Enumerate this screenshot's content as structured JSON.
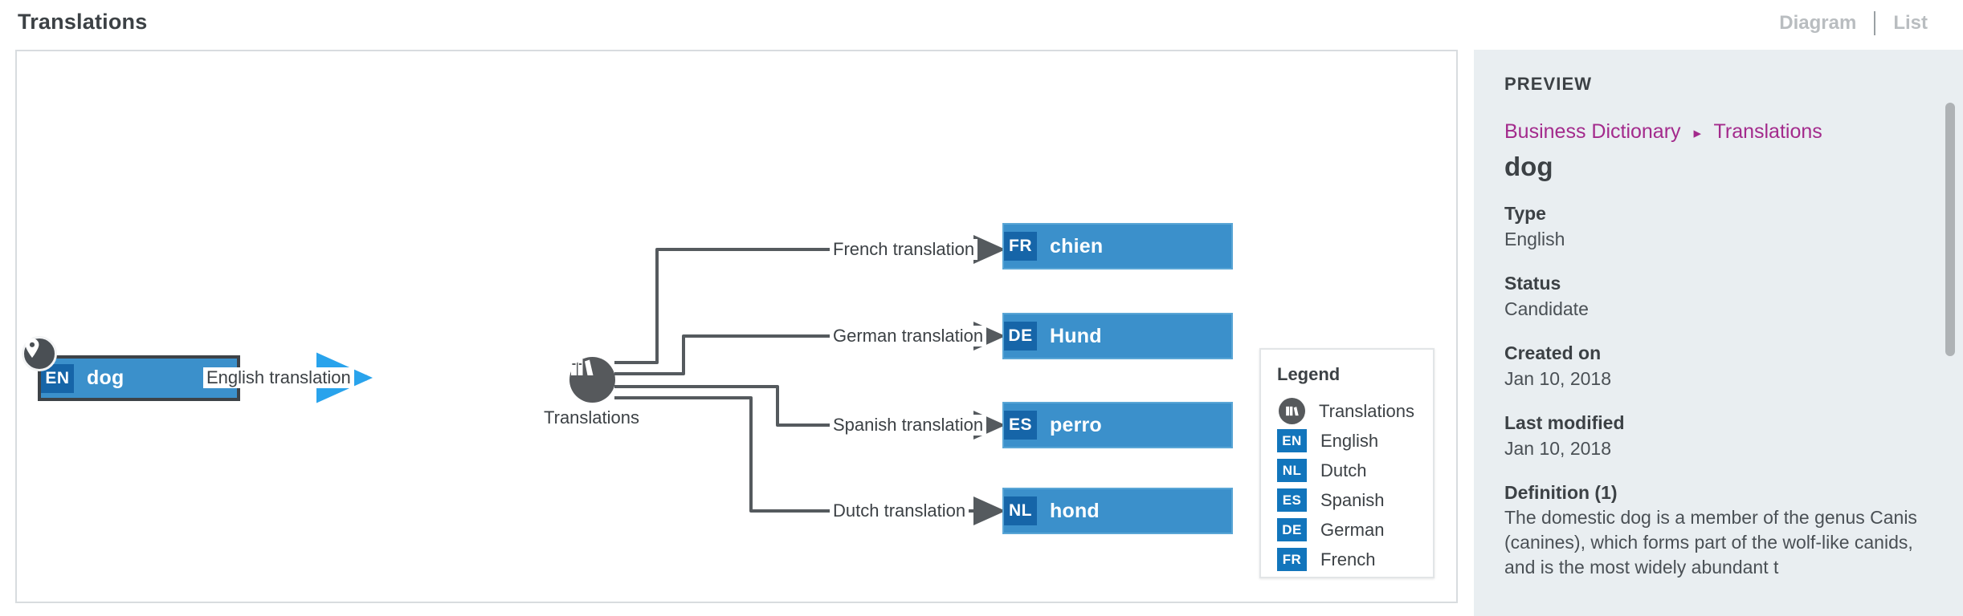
{
  "header": {
    "title": "Translations",
    "views": [
      {
        "label": "Diagram",
        "active": true
      },
      {
        "label": "List",
        "active": false
      }
    ]
  },
  "diagram": {
    "source_node": {
      "code": "EN",
      "term": "dog",
      "pin_icon": "map-pin-icon",
      "selected": true
    },
    "hub": {
      "label": "Translations",
      "icon": "books-icon"
    },
    "source_edge_label": "English translation",
    "edges": [
      {
        "label": "French translation",
        "code": "FR",
        "term": "chien"
      },
      {
        "label": "German translation",
        "code": "DE",
        "term": "Hund"
      },
      {
        "label": "Spanish translation",
        "code": "ES",
        "term": "perro"
      },
      {
        "label": "Dutch translation",
        "code": "NL",
        "term": "hond"
      }
    ],
    "legend": {
      "title": "Legend",
      "items": [
        {
          "code": "",
          "icon": "books-icon",
          "label": "Translations"
        },
        {
          "code": "EN",
          "label": "English"
        },
        {
          "code": "NL",
          "label": "Dutch"
        },
        {
          "code": "ES",
          "label": "Spanish"
        },
        {
          "code": "DE",
          "label": "German"
        },
        {
          "code": "FR",
          "label": "French"
        }
      ]
    }
  },
  "preview": {
    "heading": "PREVIEW",
    "breadcrumb": {
      "parent": "Business Dictionary",
      "separator": "▸",
      "current": "Translations"
    },
    "title": "dog",
    "fields": [
      {
        "label": "Type",
        "value": "English"
      },
      {
        "label": "Status",
        "value": "Candidate"
      },
      {
        "label": "Created on",
        "value": "Jan 10, 2018"
      },
      {
        "label": "Last modified",
        "value": "Jan 10, 2018"
      }
    ],
    "definition_label": "Definition (1)",
    "definition_text": "The domestic dog is a member of the genus Canis (canines), which forms part of the wolf-like canids, and is the most widely abundant t"
  },
  "colors": {
    "node_fill": "#3b90cb",
    "node_border": "#5aa6d6",
    "badge": "#1665a8",
    "legend_badge": "#1275bc",
    "hub": "#56595c",
    "edge_line": "#555a5e",
    "highlight_edge": "#29a3ec",
    "breadcrumb_link": "#a32a8c",
    "preview_bg": "#e9eef1"
  }
}
